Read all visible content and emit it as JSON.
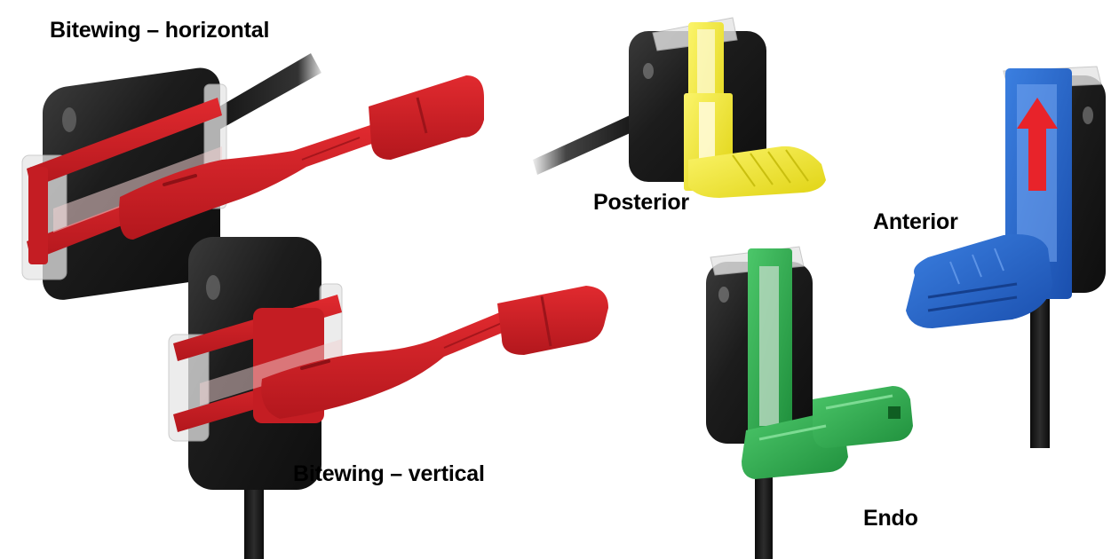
{
  "figure": {
    "subject": "Dental digital X-ray sensor positioning holders",
    "background_color": "#ffffff"
  },
  "products": [
    {
      "id": "bitewing-horizontal",
      "label": "Bitewing – horizontal",
      "color": "#d41f26"
    },
    {
      "id": "posterior",
      "label": "Posterior",
      "color": "#f2ea2c"
    },
    {
      "id": "anterior",
      "label": "Anterior",
      "color": "#1f5fc4"
    },
    {
      "id": "bitewing-vertical",
      "label": "Bitewing – vertical",
      "color": "#d41f26"
    },
    {
      "id": "endo",
      "label": "Endo",
      "color": "#27a84a"
    }
  ],
  "colors": {
    "sensor_body": "#1e1e1e",
    "sensor_highlight": "#5a5a5a",
    "cable": "#1a1a1a",
    "clear_clip": "#dcdcdc",
    "arrow": "#e8232a"
  },
  "annotations": {
    "anterior_arrow_direction": "up"
  }
}
